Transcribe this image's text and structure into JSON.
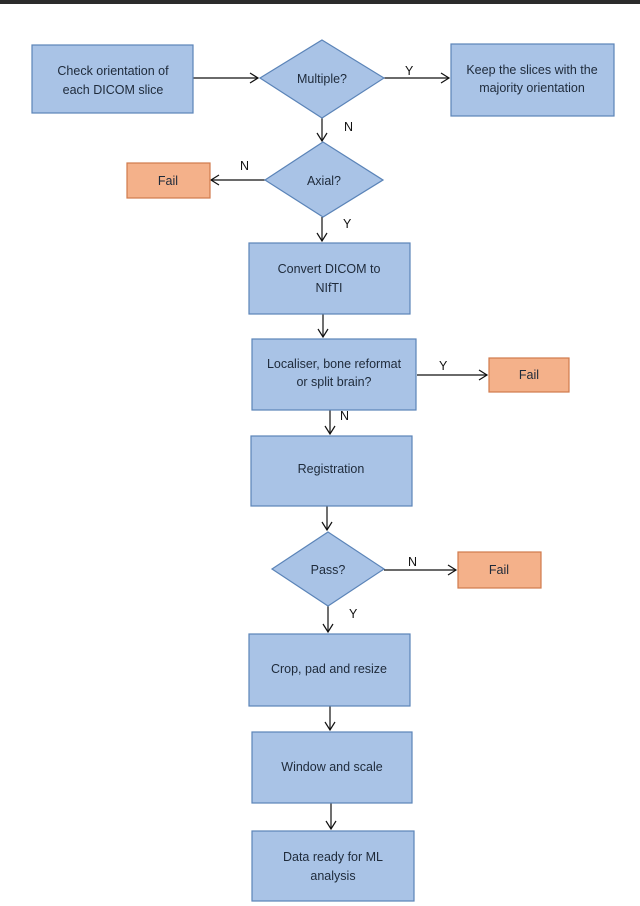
{
  "nodes": {
    "check_orientation": {
      "lines": [
        "Check orientation of",
        "each DICOM slice"
      ]
    },
    "multiple": {
      "lines": [
        "Multiple?"
      ]
    },
    "keep_slices": {
      "lines": [
        "Keep the slices with the",
        "majority orientation"
      ]
    },
    "axial": {
      "lines": [
        "Axial?"
      ]
    },
    "fail_axial": {
      "lines": [
        "Fail"
      ]
    },
    "convert": {
      "lines": [
        "Convert DICOM to",
        "NIfTI"
      ]
    },
    "localiser": {
      "lines": [
        "Localiser, bone reformat",
        "or split brain?"
      ]
    },
    "fail_localiser": {
      "lines": [
        "Fail"
      ]
    },
    "registration": {
      "lines": [
        "Registration"
      ]
    },
    "pass": {
      "lines": [
        "Pass?"
      ]
    },
    "fail_pass": {
      "lines": [
        "Fail"
      ]
    },
    "crop": {
      "lines": [
        "Crop, pad and resize"
      ]
    },
    "window": {
      "lines": [
        "Window and scale"
      ]
    },
    "data_ready": {
      "lines": [
        "Data ready for ML",
        "analysis"
      ]
    }
  },
  "edges": {
    "multiple_yes": "Y",
    "multiple_no": "N",
    "axial_no": "N",
    "axial_yes": "Y",
    "localiser_yes": "Y",
    "localiser_no": "N",
    "pass_no": "N",
    "pass_yes": "Y"
  }
}
